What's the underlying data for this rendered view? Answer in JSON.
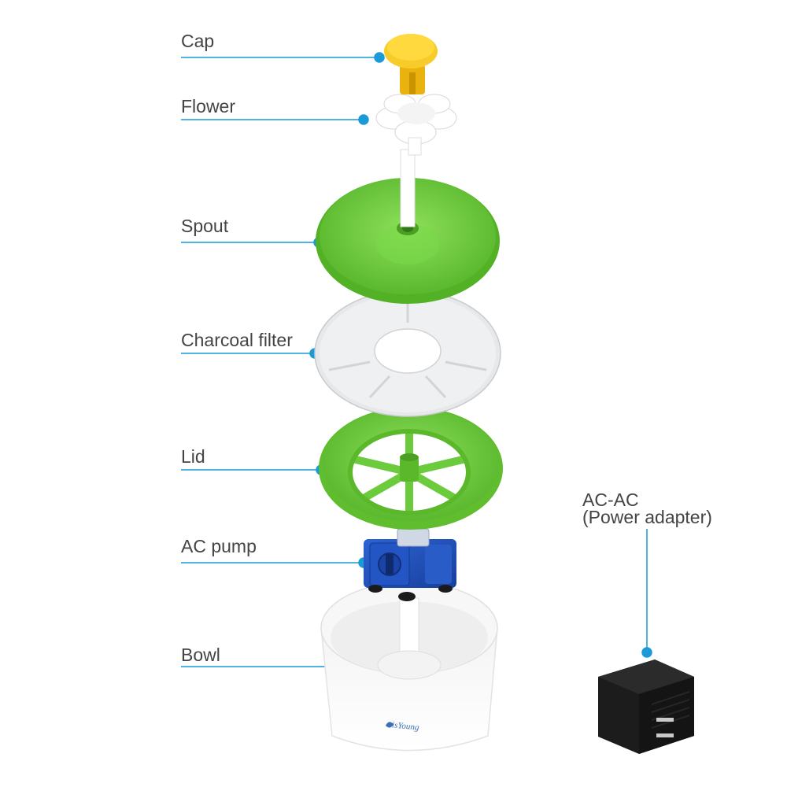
{
  "diagram": {
    "accent_color": "#1a9ad6",
    "parts": [
      {
        "label": "Cap",
        "icon": "cap-icon"
      },
      {
        "label": "Flower",
        "icon": "flower-icon"
      },
      {
        "label": "Spout",
        "icon": "spout-icon"
      },
      {
        "label": "Charcoal filter",
        "icon": "filter-icon"
      },
      {
        "label": "Lid",
        "icon": "lid-icon"
      },
      {
        "label": "AC pump",
        "icon": "pump-icon"
      },
      {
        "label": "Bowl",
        "icon": "bowl-icon"
      }
    ],
    "adapter": {
      "line1": "AC-AC",
      "line2": "(Power adapter)",
      "icon": "power-adapter-icon"
    },
    "brand_text": "isYoung",
    "colors": {
      "cap": "#f5c518",
      "green": "#6ccb3c",
      "pump": "#1e4fb8",
      "adapter": "#1a1a1a"
    }
  }
}
